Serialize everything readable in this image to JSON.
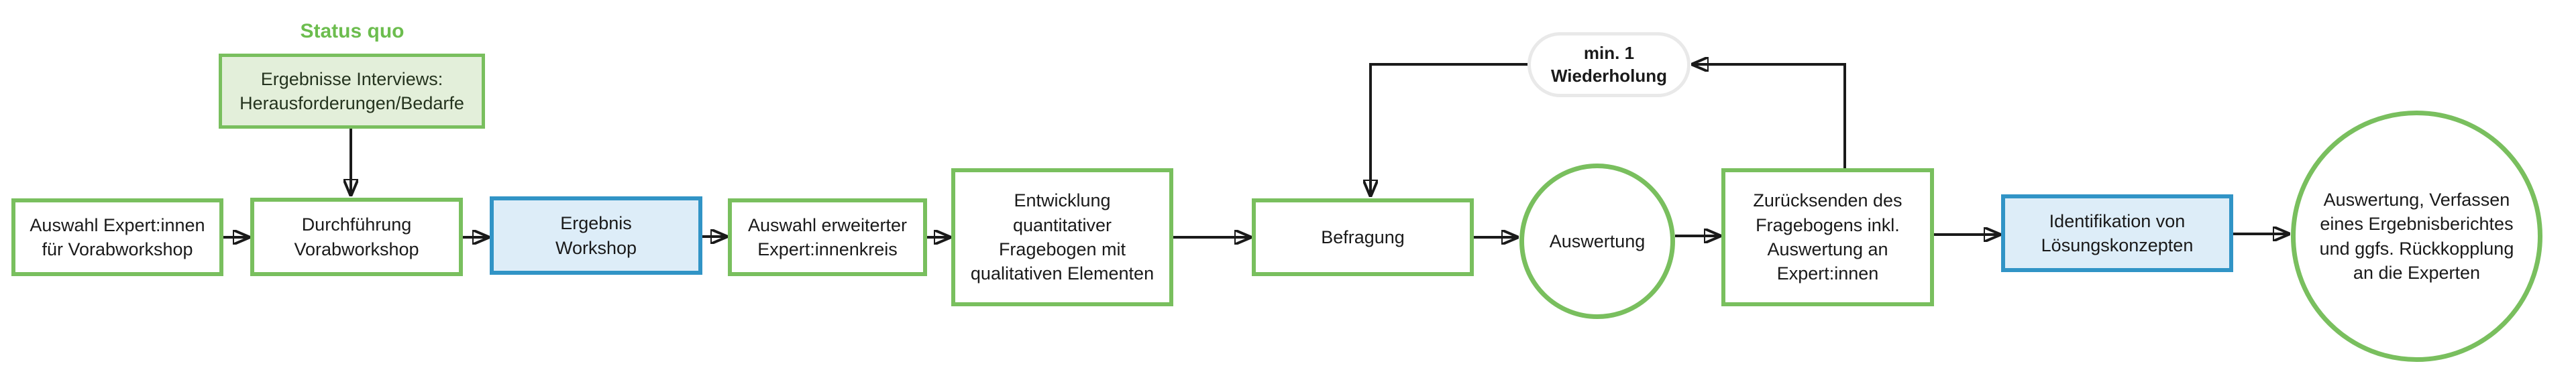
{
  "diagram": {
    "heading": "Status quo",
    "nodes": {
      "status_box": "Ergebnisse Interviews:\nHerausforderungen/Bedarfe",
      "auswahl_experten": "Auswahl Expert:innen\nfür Vorabworkshop",
      "durchfuehrung": "Durchführung\nVorabworkshop",
      "ergebnis_workshop": "Ergebnis\nWorkshop",
      "auswahl_erweitert": "Auswahl erweiterter\nExpert:innenkreis",
      "entwicklung_fragebogen": "Entwicklung\nquantitativer\nFragebogen mit\nqualitativen Elementen",
      "befragung": "Befragung",
      "auswertung": "Auswertung",
      "zuruecksenden": "Zurücksenden des\nFragebogens inkl.\nAuswertung an\nExpert:innen",
      "identifikation": "Identifikation von\nLösungskonzepten",
      "abschluss": "Auswertung, Verfassen\neines Ergebnisberichtes\nund ggfs. Rückkopplung\nan die Experten",
      "wiederholung_pill": "min. 1\nWiederholung"
    },
    "colors": {
      "green": "#79bf5e",
      "green-heading": "#6cbd4e",
      "green-fill": "#e3efda",
      "green-dark-text": "#25341f",
      "blue": "#3194c6",
      "blue-fill": "#ddedf8",
      "pill-border": "#e9e9e9",
      "line": "#1a1a1a",
      "text": "#1a1a1a"
    }
  }
}
